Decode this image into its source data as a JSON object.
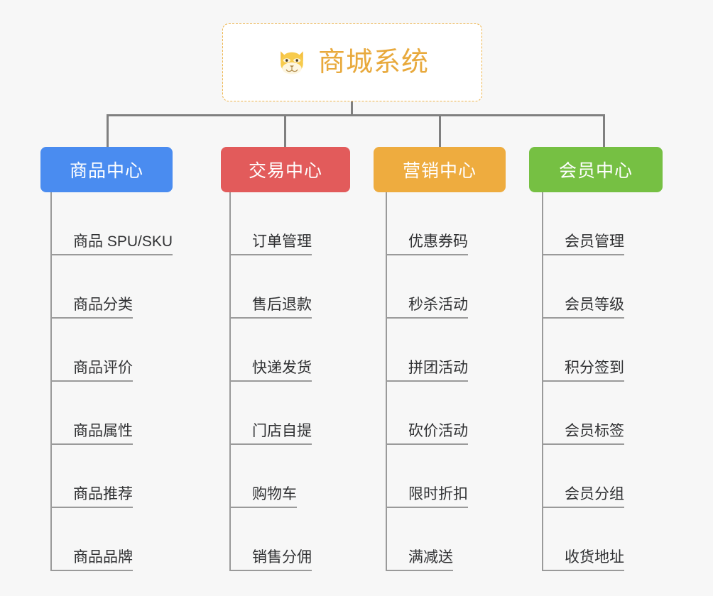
{
  "background_color": "#f7f7f7",
  "root": {
    "title": "商城系统",
    "icon": "shiba-dog-face-icon",
    "title_color": "#e8a93c",
    "border_color": "#eeb44a"
  },
  "branches": [
    {
      "label": "商品中心",
      "color": "#4a8cf0",
      "items": [
        "商品 SPU/SKU",
        "商品分类",
        "商品评价",
        "商品属性",
        "商品推荐",
        "商品品牌"
      ]
    },
    {
      "label": "交易中心",
      "color": "#e25b5b",
      "items": [
        "订单管理",
        "售后退款",
        "快递发货",
        "门店自提",
        "购物车",
        "销售分佣"
      ]
    },
    {
      "label": "营销中心",
      "color": "#eeac3f",
      "items": [
        "优惠券码",
        "秒杀活动",
        "拼团活动",
        "砍价活动",
        "限时折扣",
        "满减送"
      ]
    },
    {
      "label": "会员中心",
      "color": "#76c043",
      "items": [
        "会员管理",
        "会员等级",
        "积分签到",
        "会员标签",
        "会员分组",
        "收货地址"
      ]
    }
  ]
}
